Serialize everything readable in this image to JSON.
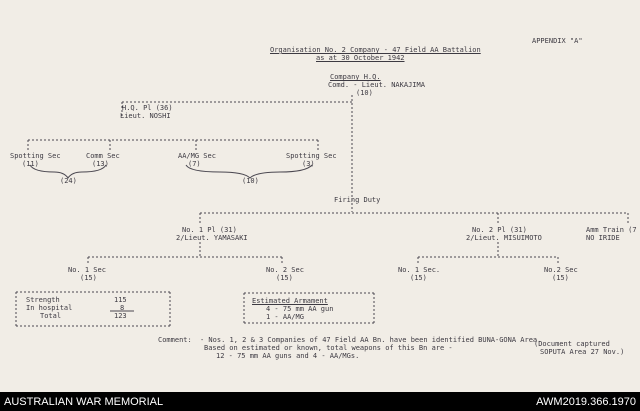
{
  "appendix": "APPENDIX \"A\"",
  "title": "Organisation No. 2 Company - 47 Field AA Battalion",
  "date_line": "as at 30 October 1942",
  "company_hq": {
    "label": "Company H.Q.",
    "comd": "Comd. - Lieut. NAKAJIMA",
    "count": "(10)"
  },
  "hq_platoon": {
    "label": "H.Q. Pl (36)",
    "leader": "Lieut. NOSHI"
  },
  "hq_sections": [
    {
      "label": "Spotting Sec",
      "count": "(11)"
    },
    {
      "label": "Comm Sec",
      "count": "(13)"
    },
    {
      "label": "AA/MG Sec",
      "count": "(7)"
    },
    {
      "label": "Spotting Sec",
      "count": "(3)"
    }
  ],
  "hq_groups": [
    "(24)",
    "(10)"
  ],
  "firing_duty": "Firing Duty",
  "platoon1": {
    "label": "No. 1 Pl (31)",
    "leader": "2/Lieut. YAMASAKI"
  },
  "platoon2": {
    "label": "No. 2 Pl (31)",
    "leader": "2/Lieut. MISUIMOTO"
  },
  "ammo_train": {
    "label": "Amm Train (7",
    "leader": "NO IRIDE"
  },
  "p1_sections": [
    {
      "label": "No. 1 Sec",
      "count": "(15)"
    },
    {
      "label": "No. 2 Sec",
      "count": "(15)"
    }
  ],
  "p2_sections": [
    {
      "label": "No. 1 Sec.",
      "count": "(15)"
    },
    {
      "label": "No.2 Sec",
      "count": "(15)"
    }
  ],
  "strength_box": {
    "rows": [
      {
        "label": "Strength",
        "value": "115"
      },
      {
        "label": "In hospital",
        "value": "8"
      },
      {
        "label": "Total",
        "value": "123"
      }
    ]
  },
  "armament_box": {
    "title": "Estimated Armament",
    "lines": [
      "4 - 75 mm AA gun",
      "1 - AA/MG"
    ]
  },
  "comment": {
    "label": "Comment:",
    "lines": [
      "- Nos. 1, 2 & 3 Companies of 47 Field AA Bn. have been identified BUNA-GONA Area.",
      "Based on estimated or known, total weapons of this Bn are -",
      "12 - 75 mm AA guns and 4 - AA/MGs."
    ]
  },
  "captured_note": [
    "(Document captured",
    "SOPUTA Area 27 Nov.)"
  ],
  "footer": {
    "left": "AUSTRALIAN WAR MEMORIAL",
    "right": "AWM2019.366.1970"
  }
}
